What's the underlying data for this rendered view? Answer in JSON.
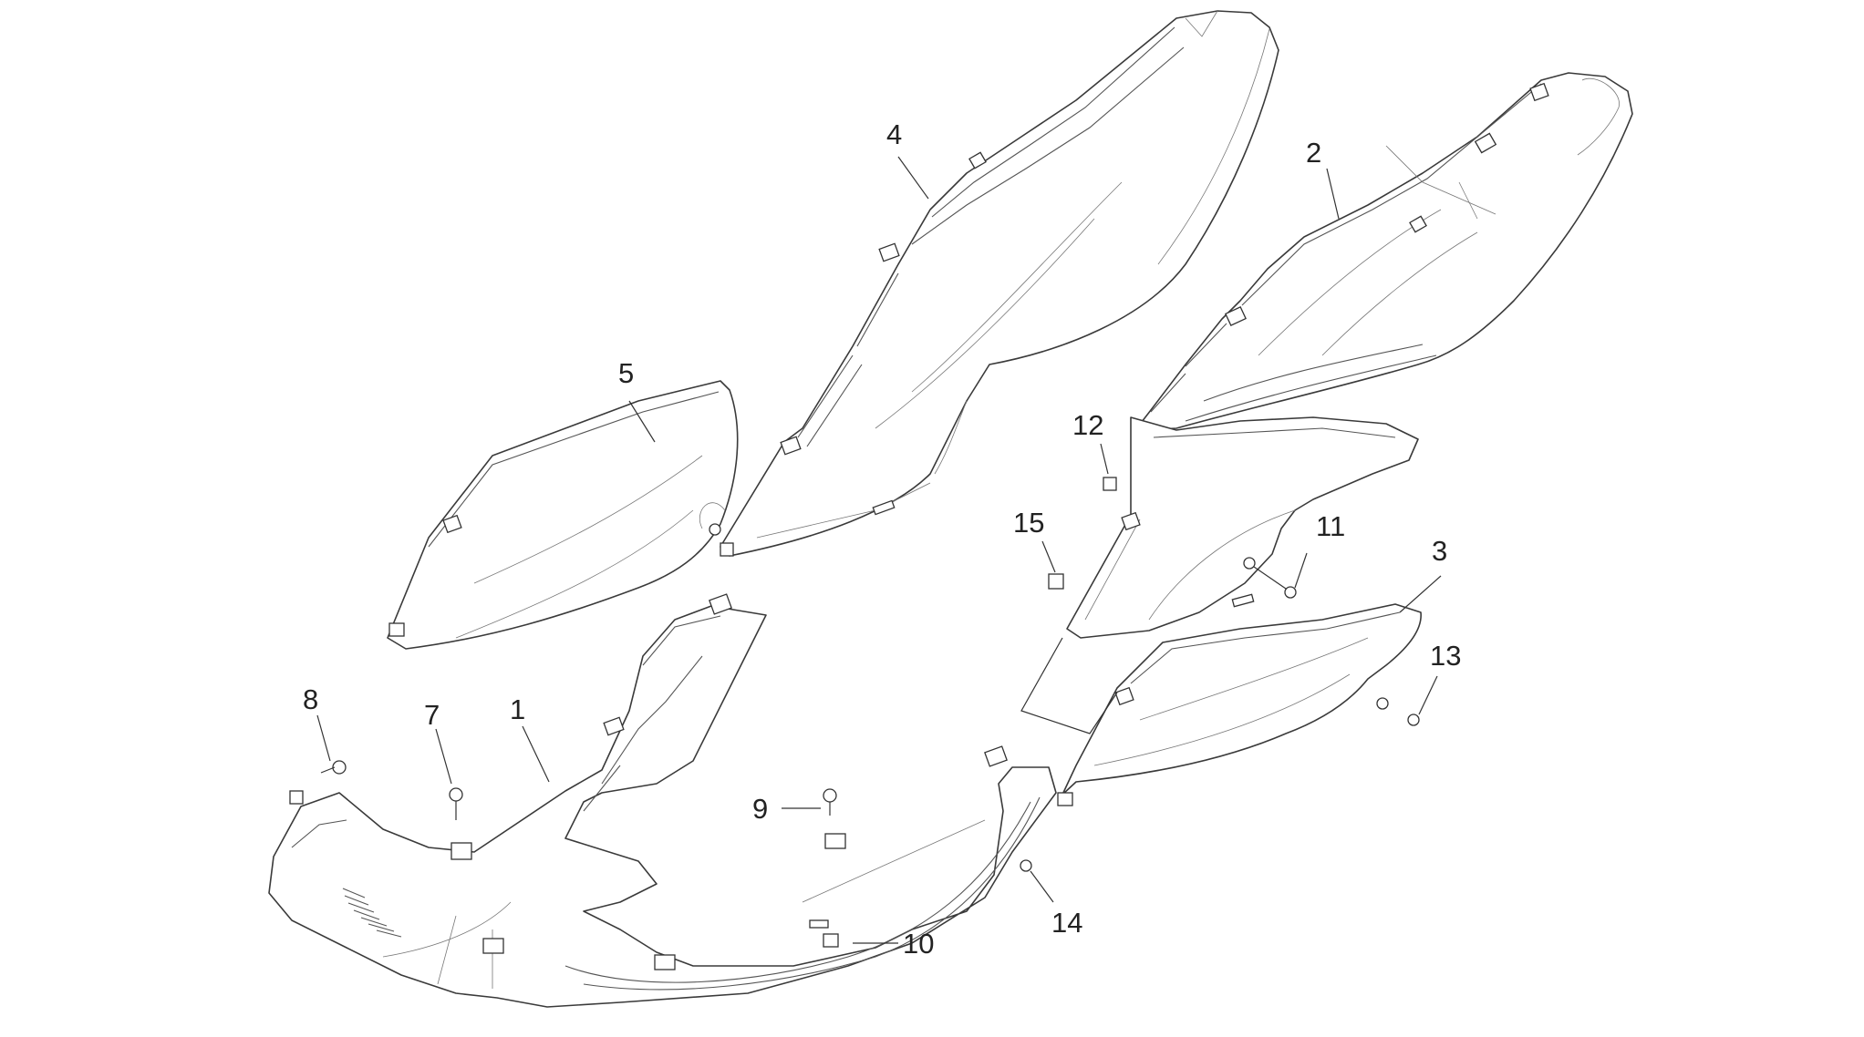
{
  "callouts": [
    {
      "id": "1",
      "label": "1"
    },
    {
      "id": "2",
      "label": "2"
    },
    {
      "id": "3",
      "label": "3"
    },
    {
      "id": "4",
      "label": "4"
    },
    {
      "id": "5",
      "label": "5"
    },
    {
      "id": "7",
      "label": "7"
    },
    {
      "id": "8",
      "label": "8"
    },
    {
      "id": "9",
      "label": "9"
    },
    {
      "id": "10",
      "label": "10"
    },
    {
      "id": "11",
      "label": "11"
    },
    {
      "id": "12",
      "label": "12"
    },
    {
      "id": "13",
      "label": "13"
    },
    {
      "id": "14",
      "label": "14"
    },
    {
      "id": "15",
      "label": "15"
    }
  ]
}
